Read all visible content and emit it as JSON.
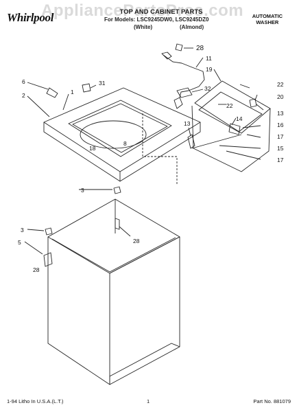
{
  "header": {
    "logo": "Whirlpool",
    "title": "TOP AND CABINET PARTS",
    "models_line": "For Models: LSC9245DW0, LSC9245DZ0",
    "variant_white": "(White)",
    "variant_almond": "(Almond)",
    "product_type_line1": "AUTOMATIC",
    "product_type_line2": "WASHER"
  },
  "watermark": "AppliancePartsPros.com",
  "callouts": [
    "1",
    "2",
    "3",
    "3",
    "5",
    "6",
    "8",
    "11",
    "13",
    "13",
    "14",
    "15",
    "16",
    "17",
    "17",
    "18",
    "19",
    "20",
    "22",
    "22",
    "28",
    "28",
    "28",
    "28",
    "31",
    "32"
  ],
  "footer": {
    "litho": "1-94 Litho In U.S.A.(L.T.)",
    "page_number": "1",
    "part_number": "Part No. 881079"
  }
}
